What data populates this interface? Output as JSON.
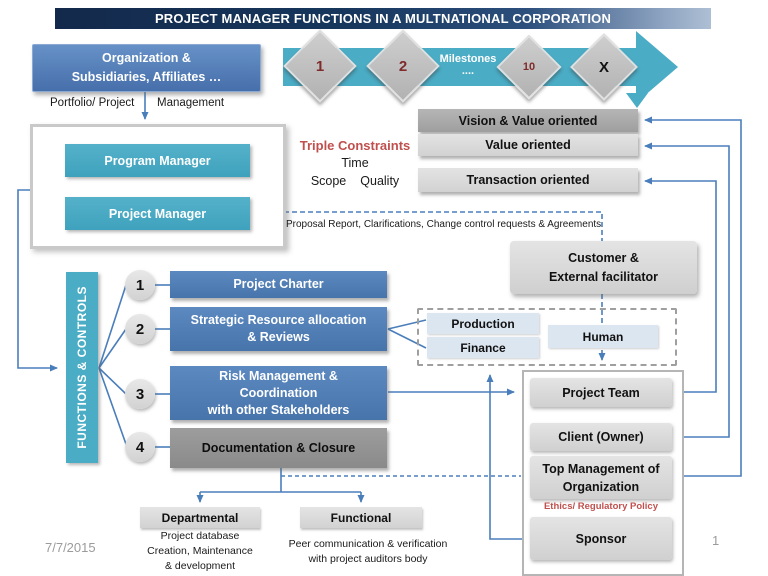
{
  "colors": {
    "teal": "#4AACC5",
    "blue": "#4F81BD",
    "navy": "#17375D",
    "red": "#C0504D",
    "darkred": "#7F2B2B",
    "line": "#4A7EBB",
    "light_gray": "#D9D9D9",
    "mid_gray": "#A6A6A6",
    "light_blue": "#DCE6F1"
  },
  "header": {
    "title": "PROJECT MANAGER FUNCTIONS IN A MULTNATIONAL CORPORATION"
  },
  "org_box": {
    "line1": "Organization &",
    "line2": "Subsidiaries, Affiliates …"
  },
  "timeline": {
    "d1": "1",
    "d2": "2",
    "d3": "10",
    "d4": "X",
    "label": "Milestones",
    "dots": "...."
  },
  "portfolio": {
    "left": "Portfolio/ Project",
    "right": "Management"
  },
  "managers": {
    "program": "Program Manager",
    "project": "Project Manager"
  },
  "triple": {
    "title": "Triple Constraints",
    "time": "Time",
    "scope": "Scope",
    "quality": "Quality"
  },
  "oriented": {
    "vision": "Vision & Value oriented",
    "value": "Value oriented",
    "transaction": "Transaction oriented"
  },
  "proposal_note": "Proposal Report,  Clarifications, Change control requests   & Agreements",
  "customer": {
    "line1": "Customer &",
    "line2": "External facilitator"
  },
  "functions_controls": "FUNCTIONS & CONTROLS",
  "steps": [
    {
      "num": "1",
      "line1": "Project Charter"
    },
    {
      "num": "2",
      "line1": "Strategic Resource allocation",
      "line2": "& Reviews"
    },
    {
      "num": "3",
      "line1": "Risk Management &",
      "line2": "Coordination",
      "line3": "with other Stakeholders"
    },
    {
      "num": "4",
      "line1": "Documentation & Closure"
    }
  ],
  "resources": {
    "production": "Production",
    "finance": "Finance",
    "human": "Human"
  },
  "stakeholders": {
    "project_team": "Project Team",
    "client": "Client (Owner)",
    "top_mgmt_line1": "Top Management of",
    "top_mgmt_line2": "Organization",
    "ethics": "Ethics/ Regulatory Policy",
    "sponsor": "Sponsor"
  },
  "outcomes": {
    "departmental": "Departmental",
    "functional": "Functional",
    "dept_note_line1": "Project database",
    "dept_note_line2": "Creation, Maintenance",
    "dept_note_line3": "& development",
    "func_note_line1": "Peer communication & verification",
    "func_note_line2": "with project auditors body"
  },
  "footer": {
    "date": "7/7/2015",
    "page": "1"
  }
}
